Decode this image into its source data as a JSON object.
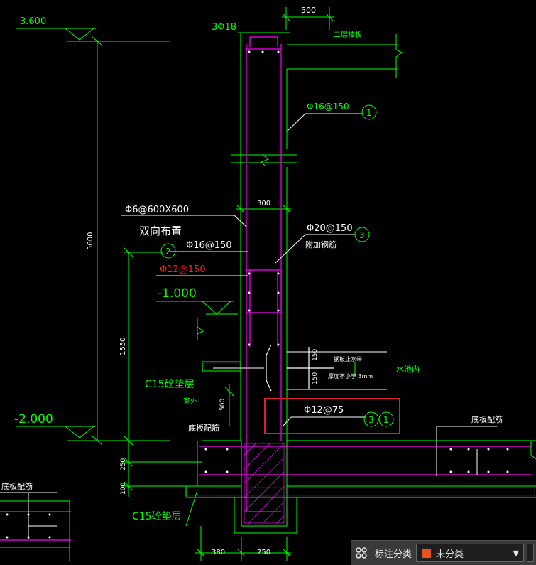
{
  "drawing": {
    "elev_top": "3.600",
    "elev_mid": "-1.000",
    "elev_bot": "-2.000",
    "dim_500_top": "500",
    "top_bars": "3Φ18",
    "second_floor_slab": "二层楼板",
    "rebar1": "Φ16@150",
    "tag1": "1",
    "dim_300": "300",
    "rebar_mesh": "Φ6@600X600",
    "mesh_note": "双向布置",
    "tag2": "2",
    "rebar2": "Φ16@150",
    "rebar3": "Φ20@150",
    "tag3": "3",
    "extra_bars": "附加钢筋",
    "rebar_red": "Φ12@150",
    "dim_5600": "5600",
    "dim_1550": "1550",
    "waterstop_title": "钢板止水带",
    "waterstop_note": "厚度不小于 3mm",
    "dim_150a": "150",
    "dim_150b": "150",
    "pool_inside": "水池内",
    "c15_cushion": "C15砼垫层",
    "outside": "室外",
    "dim_500_mid": "500",
    "rebar_box": "Φ12@75",
    "tag3b": "3",
    "tag1b": "1",
    "base_bars": "底板配筋",
    "dim_250": "250",
    "dim_100": "100",
    "dim_380": "380",
    "dim_250b": "250"
  },
  "colors": {
    "line_green": "#00ff00",
    "rebar_magenta": "#ff00ff",
    "highlight_red": "#e02020",
    "text_white": "#ffffff"
  },
  "toolbar": {
    "label": "标注分类",
    "selected": "未分类",
    "swatch_color": "#e8541e"
  }
}
